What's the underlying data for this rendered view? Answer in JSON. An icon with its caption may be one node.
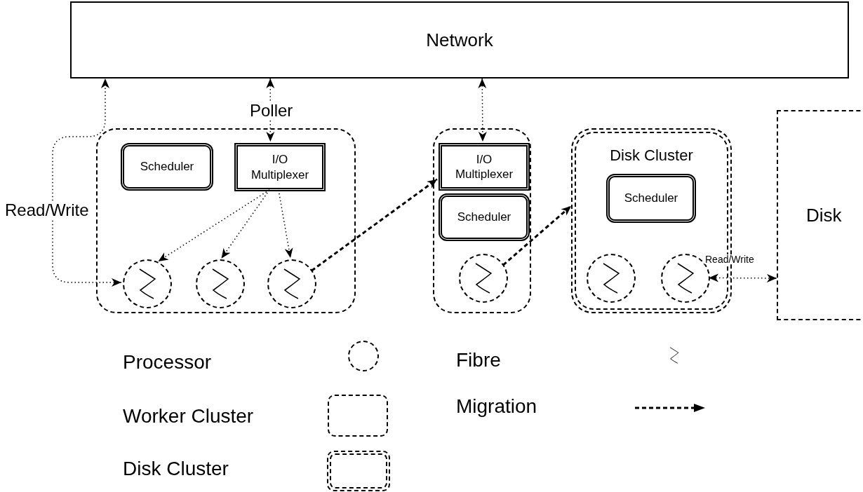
{
  "diagram": {
    "nodes": [
      {
        "text": [
          "Network"
        ]
      },
      {
        "text": [],
        "shape": "box"
      },
      {
        "text": [
          "Scheduler"
        ],
        "in": 1
      },
      {
        "text": [
          "I/O Multiplexer"
        ],
        "in": 1
      },
      {
        "text": [],
        "shape": "circle",
        "in": 1
      },
      {
        "text": [],
        "shape": "circle",
        "in": 1
      },
      {
        "text": [],
        "shape": "circle",
        "in": 1
      },
      {
        "text": [],
        "shape": "box"
      },
      {
        "text": [
          "I/O Multiplexer"
        ],
        "in": 7
      },
      {
        "text": [
          "Scheduler"
        ],
        "in": 7
      },
      {
        "text": [],
        "shape": "circle",
        "in": 7
      },
      {
        "text": [
          "Disk Cluster"
        ]
      },
      {
        "text": [
          "Scheduler"
        ],
        "in": 11
      },
      {
        "text": [],
        "shape": "circle",
        "in": 11
      },
      {
        "text": [],
        "shape": "circle",
        "in": 11
      },
      {
        "text": [
          "Disk"
        ]
      }
    ],
    "edges": [
      {
        "from": 4,
        "to": 0,
        "arrow": "both",
        "label": "Read/Write"
      },
      {
        "from": 0,
        "to": 3,
        "arrow": "both",
        "label": "Poller"
      },
      {
        "from": 3,
        "to": 4,
        "arrow": "to"
      },
      {
        "from": 3,
        "to": 5,
        "arrow": "to"
      },
      {
        "from": 3,
        "to": 6,
        "arrow": "to"
      },
      {
        "from": 6,
        "to": 8,
        "arrow": "to",
        "style": "dashed"
      },
      {
        "from": 0,
        "to": 8,
        "arrow": "both"
      },
      {
        "from": 10,
        "to": 11,
        "arrow": "to",
        "style": "dashed"
      },
      {
        "from": 14,
        "to": 15,
        "arrow": "both",
        "label": "Read/Write"
      }
    ],
    "legend": [
      {
        "text": "Processor"
      },
      {
        "text": "Fibre"
      },
      {
        "text": "Worker Cluster"
      },
      {
        "text": "Migration"
      },
      {
        "text": "Disk Cluster"
      }
    ]
  }
}
